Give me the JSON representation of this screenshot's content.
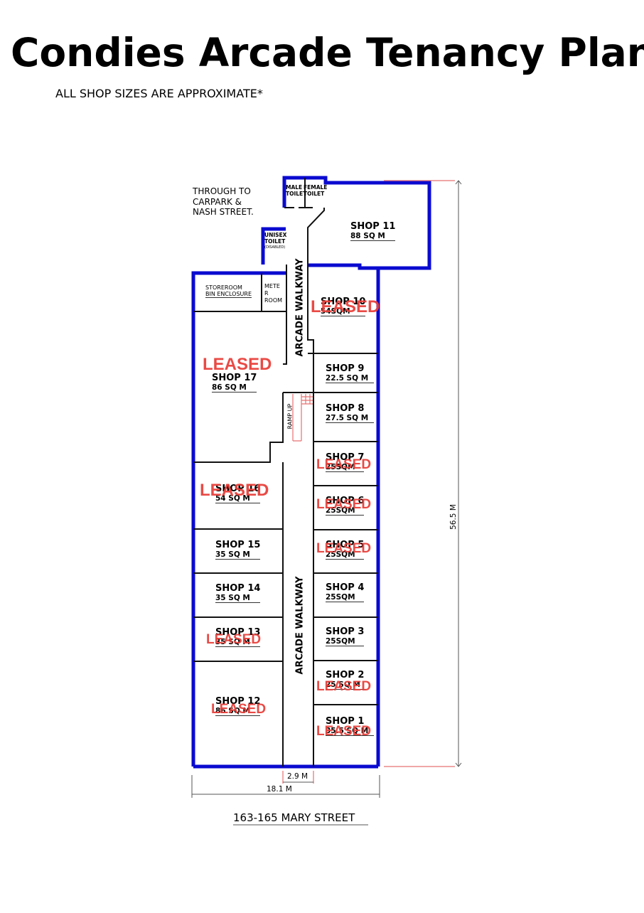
{
  "title": "Condies Arcade Tenancy Plan",
  "subtitle": "ALL SHOP SIZES ARE APPROXIMATE*",
  "through_note": [
    "THROUGH TO",
    "CARPARK &",
    "NASH STREET."
  ],
  "rooms": {
    "male_toilet": [
      "MALE",
      "TOILET"
    ],
    "female_toilet": [
      "FEMALE",
      "TOILET"
    ],
    "unisex_toilet": [
      "UNISEX",
      "TOILET",
      "(DISABLED)"
    ],
    "storeroom": [
      "STOREROOM",
      "BIN ENCLOSURE"
    ],
    "meter_room": [
      "METE",
      "R",
      "ROOM"
    ],
    "ramp": "RAMP UP",
    "walkway": "ARCADE WALKWAY"
  },
  "leased_label": "LEASED",
  "shops": [
    {
      "name": "SHOP 1",
      "size": "35.5 SQ M",
      "leased": true
    },
    {
      "name": "SHOP 2",
      "size": "25 SQ M",
      "leased": true
    },
    {
      "name": "SHOP 3",
      "size": "25SQM",
      "leased": false
    },
    {
      "name": "SHOP 4",
      "size": "25SQM",
      "leased": false
    },
    {
      "name": "SHOP 5",
      "size": "25SQM",
      "leased": true
    },
    {
      "name": "SHOP 6",
      "size": "25SQM",
      "leased": true
    },
    {
      "name": "SHOP 7",
      "size": "25SQM",
      "leased": true
    },
    {
      "name": "SHOP 8",
      "size": "27.5 SQ M",
      "leased": false
    },
    {
      "name": "SHOP 9",
      "size": "22.5 SQ M",
      "leased": false
    },
    {
      "name": "SHOP 10",
      "size": "54SQM",
      "leased": true
    },
    {
      "name": "SHOP 11",
      "size": "88 SQ M",
      "leased": false
    },
    {
      "name": "SHOP 12",
      "size": "86 SQ M",
      "leased": true
    },
    {
      "name": "SHOP 13",
      "size": "35 SQ M",
      "leased": true
    },
    {
      "name": "SHOP 14",
      "size": "35 SQ M",
      "leased": false
    },
    {
      "name": "SHOP 15",
      "size": "35 SQ M",
      "leased": false
    },
    {
      "name": "SHOP 16",
      "size": "54 SQ M",
      "leased": true
    },
    {
      "name": "SHOP 17",
      "size": "86 SQ M",
      "leased": true
    }
  ],
  "dimensions": {
    "length": "56.5 M",
    "walkway_width": "2.9 M",
    "total_width": "18.1 M"
  },
  "address": "163-165 MARY STREET",
  "colors": {
    "wall": "#0a0ad0",
    "leased": "#e8413c",
    "dimension": "#e87070"
  }
}
